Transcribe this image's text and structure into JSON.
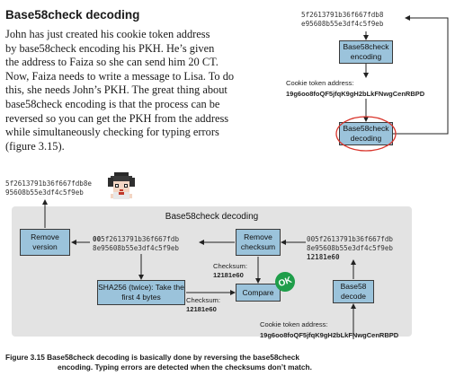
{
  "title": "Base58check decoding",
  "paragraph": [
    "John has just created his cookie token address",
    "by base58check encoding his PKH. He’s given",
    "the address to Faiza so she can send him 20 CT.",
    "Now, Faiza needs to write a message to Lisa. To do",
    "this, she needs John’s PKH. The great thing about",
    "base58check encoding is that the process can be",
    "reversed so you can get the PKH from the address",
    "while simultaneously checking for typing errors",
    "(figure 3.15)."
  ],
  "top_diagram": {
    "pkh_lines": [
      "5f2613791b36f667fdb8",
      "e95608b55e3df4c5f9eb"
    ],
    "encoding_box": "Base58check encoding",
    "address_label": "Cookie token address:",
    "address": "19g6oo8foQF5jfqK9gH2bLkFNwgCenRBPD",
    "decoding_box": "Base58check decoding"
  },
  "main_diagram": {
    "panel_title": "Base58check decoding",
    "output_pkh": [
      "5f2613791b36f667fdb8e",
      "95608b55e3df4c5f9eb"
    ],
    "remove_version": "Remove version",
    "versioned_prefix": "00",
    "versioned_line1": "5f2613791b36f667fdb",
    "versioned_line2": "8e95608b55e3df4c5f9eb",
    "remove_checksum": "Remove checksum",
    "decoded_lines": [
      "005f2613791b36f667fdb",
      "8e95608b55e3df4c5f9eb"
    ],
    "decoded_checksum": "12181e60",
    "checksum_label": "Checksum:",
    "checksum_value_a": "12181e60",
    "sha_box": "SHA256 (twice): Take the first 4 bytes",
    "compare_box": "Compare",
    "checksum_value_b": "12181e60",
    "ok_badge": "OK",
    "base58_box": "Base58 decode",
    "address_label": "Cookie token address:",
    "address": "19g6oo8foQF5jfqK9gH2bLkFNwgCenRBPD"
  },
  "caption_line1": "Figure 3.15    Base58check decoding is basically done by reversing the base58check",
  "caption_line2": "encoding. Typing errors are detected when the checksums don’t match.",
  "colors": {
    "box_fill": "#9bc3db",
    "panel": "#e3e3e3",
    "ok_badge": "#1f9e4a",
    "highlight_ring": "#d9342b"
  }
}
